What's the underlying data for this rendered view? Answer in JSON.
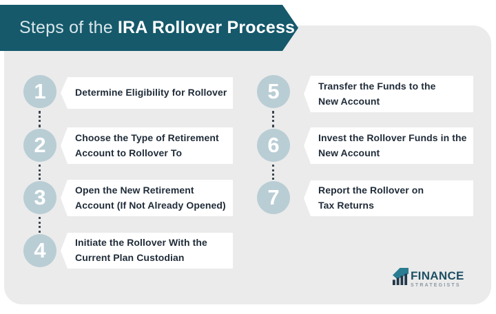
{
  "header": {
    "title_prefix": "Steps of the",
    "title_emphasis": "IRA Rollover Process"
  },
  "steps": [
    {
      "number": "1",
      "label": "Determine Eligibility for Rollover"
    },
    {
      "number": "2",
      "label": "Choose the Type of Retirement\nAccount to Rollover To"
    },
    {
      "number": "3",
      "label": "Open the New Retirement\nAccount (If Not Already Opened)"
    },
    {
      "number": "4",
      "label": "Initiate the Rollover With the\nCurrent Plan Custodian"
    },
    {
      "number": "5",
      "label": "Transfer the Funds to the\nNew Account"
    },
    {
      "number": "6",
      "label": "Invest the Rollover Funds in the\nNew Account"
    },
    {
      "number": "7",
      "label": "Report the Rollover on\nTax Returns"
    }
  ],
  "logo": {
    "primary": "FINANCE",
    "secondary": "STRATEGISTS"
  },
  "colors": {
    "banner_teal": "#15596b",
    "panel_gray": "#ebebeb",
    "circle_blue_gray": "#b9cdd4",
    "step_text": "#202c39",
    "connector_dots": "#3c4750",
    "logo_primary": "#1d4f63",
    "logo_secondary": "#8a97a3",
    "logo_icon_teal": "#2a7d91",
    "logo_icon_bars": "#22384a"
  }
}
